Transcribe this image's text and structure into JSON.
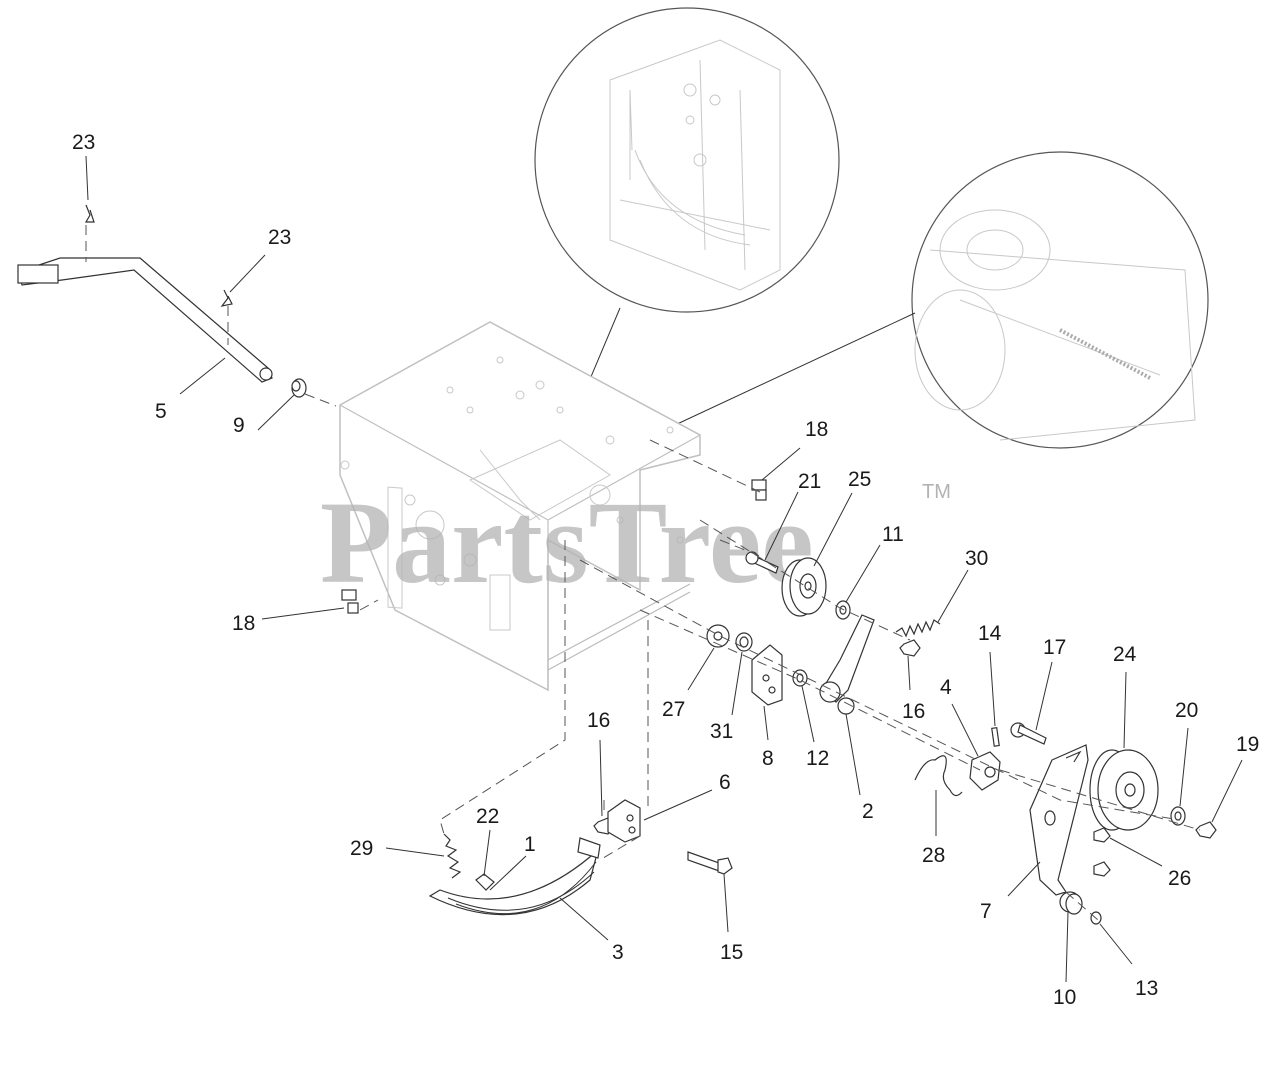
{
  "diagram": {
    "watermark": "PartsTree",
    "trademark": "TM",
    "callouts": [
      {
        "id": "c23a",
        "label": "23"
      },
      {
        "id": "c23b",
        "label": "23"
      },
      {
        "id": "c5",
        "label": "5"
      },
      {
        "id": "c9",
        "label": "9"
      },
      {
        "id": "c18a",
        "label": "18"
      },
      {
        "id": "c21",
        "label": "21"
      },
      {
        "id": "c25",
        "label": "25"
      },
      {
        "id": "c11",
        "label": "11"
      },
      {
        "id": "c30",
        "label": "30"
      },
      {
        "id": "c18b",
        "label": "18"
      },
      {
        "id": "c27",
        "label": "27"
      },
      {
        "id": "c31",
        "label": "31"
      },
      {
        "id": "c8",
        "label": "8"
      },
      {
        "id": "c12",
        "label": "12"
      },
      {
        "id": "c2",
        "label": "2"
      },
      {
        "id": "c16a",
        "label": "16"
      },
      {
        "id": "c14",
        "label": "14"
      },
      {
        "id": "c17",
        "label": "17"
      },
      {
        "id": "c24",
        "label": "24"
      },
      {
        "id": "c4",
        "label": "4"
      },
      {
        "id": "c20",
        "label": "20"
      },
      {
        "id": "c19",
        "label": "19"
      },
      {
        "id": "c16b",
        "label": "16"
      },
      {
        "id": "c6",
        "label": "6"
      },
      {
        "id": "c22",
        "label": "22"
      },
      {
        "id": "c1",
        "label": "1"
      },
      {
        "id": "c29",
        "label": "29"
      },
      {
        "id": "c28",
        "label": "28"
      },
      {
        "id": "c26",
        "label": "26"
      },
      {
        "id": "c7",
        "label": "7"
      },
      {
        "id": "c3",
        "label": "3"
      },
      {
        "id": "c15",
        "label": "15"
      },
      {
        "id": "c10",
        "label": "10"
      },
      {
        "id": "c13",
        "label": "13"
      }
    ]
  }
}
